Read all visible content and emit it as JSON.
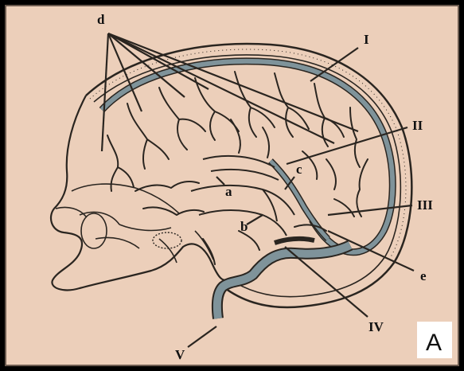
{
  "figure": {
    "panel_label": "A",
    "labels": {
      "d": "d",
      "I": "I",
      "II": "II",
      "III": "III",
      "IV": "IV",
      "V": "V",
      "a": "a",
      "b": "b",
      "c": "c",
      "e": "e"
    }
  },
  "colors": {
    "background": "#eccfba",
    "frame": "#000000",
    "line": "#2a2520",
    "sinus_fill": "#7f939a",
    "label_box": "#ffffff"
  }
}
